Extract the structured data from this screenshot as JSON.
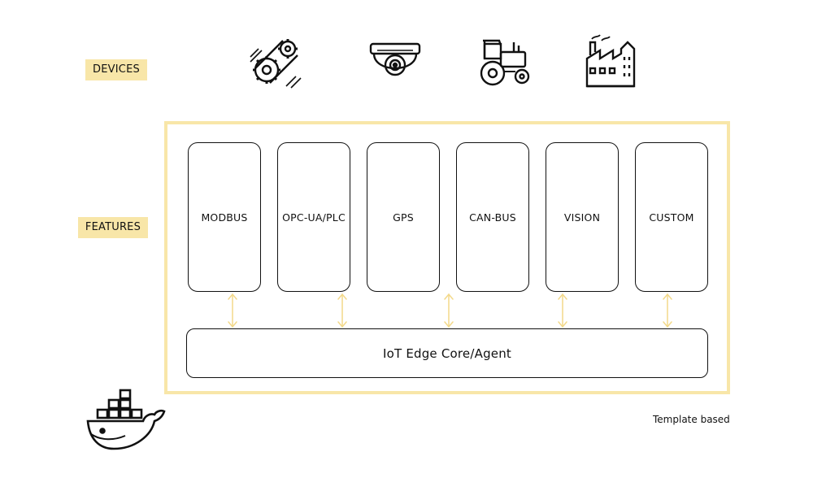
{
  "labels": {
    "devices": "DEVICES",
    "features": "FEATURES"
  },
  "devices": [
    {
      "icon": "gear-belt-icon"
    },
    {
      "icon": "security-camera-icon"
    },
    {
      "icon": "tractor-icon"
    },
    {
      "icon": "factory-icon"
    }
  ],
  "features": [
    {
      "label": "MODBUS"
    },
    {
      "label": "OPC-UA/PLC"
    },
    {
      "label": "GPS"
    },
    {
      "label": "CAN-BUS"
    },
    {
      "label": "VISION"
    },
    {
      "label": "CUSTOM"
    }
  ],
  "core": {
    "label": "IoT Edge Core/Agent"
  },
  "footer": {
    "note": "Template based",
    "icon": "docker-whale-icon"
  },
  "colors": {
    "highlight": "#f8e6a8",
    "arrow": "#f3d98a",
    "stroke": "#111111"
  }
}
